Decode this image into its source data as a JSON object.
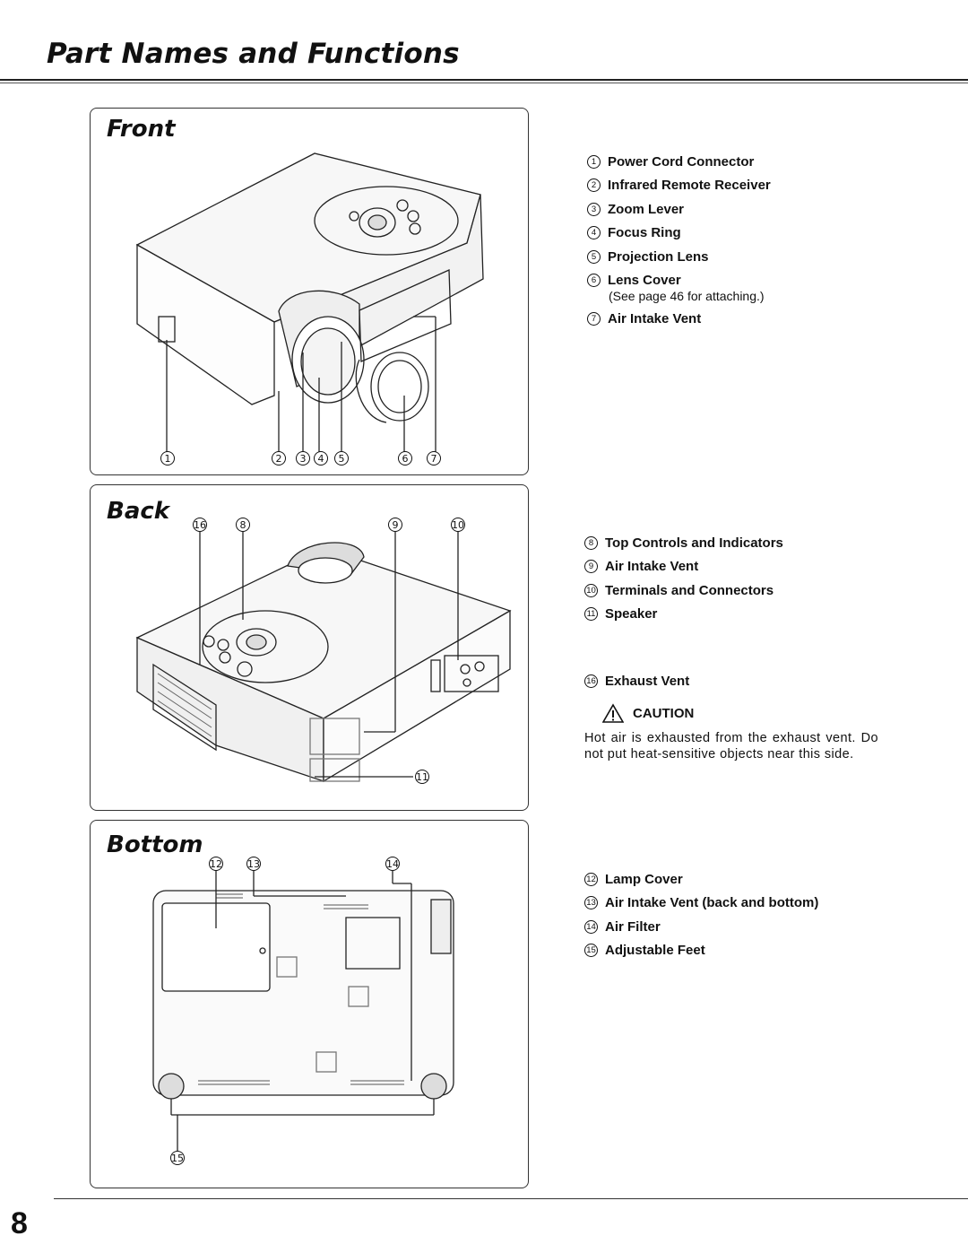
{
  "page": {
    "title": "Part Names and Functions",
    "number": "8"
  },
  "front": {
    "heading": "Front",
    "callouts": [
      "1",
      "2",
      "3",
      "4",
      "5",
      "6",
      "7"
    ],
    "items": [
      {
        "num": "1",
        "label": "Power Cord Connector"
      },
      {
        "num": "2",
        "label": "Infrared Remote Receiver"
      },
      {
        "num": "3",
        "label": "Zoom Lever"
      },
      {
        "num": "4",
        "label": "Focus Ring"
      },
      {
        "num": "5",
        "label": "Projection Lens"
      },
      {
        "num": "6",
        "label": "Lens Cover"
      },
      {
        "num": "7",
        "label": "Air Intake Vent"
      }
    ],
    "note": "(See page 46 for attaching.)"
  },
  "back": {
    "heading": "Back",
    "callouts": [
      "16",
      "8",
      "9",
      "10",
      "11"
    ],
    "items": [
      {
        "num": "8",
        "label": "Top Controls and Indicators"
      },
      {
        "num": "9",
        "label": "Air Intake Vent"
      },
      {
        "num": "10",
        "label": "Terminals and Connectors"
      },
      {
        "num": "11",
        "label": "Speaker"
      },
      {
        "num": "16",
        "label": "Exhaust Vent"
      }
    ],
    "caution": {
      "heading": "CAUTION",
      "text": "Hot air is exhausted from the exhaust vent.  Do not put heat-sensitive objects near this side."
    }
  },
  "bottom": {
    "heading": "Bottom",
    "callouts": [
      "12",
      "13",
      "14",
      "15"
    ],
    "items": [
      {
        "num": "12",
        "label": "Lamp Cover"
      },
      {
        "num": "13",
        "label": "Air Intake Vent (back and bottom)"
      },
      {
        "num": "14",
        "label": "Air Filter"
      },
      {
        "num": "15",
        "label": "Adjustable Feet"
      }
    ]
  }
}
